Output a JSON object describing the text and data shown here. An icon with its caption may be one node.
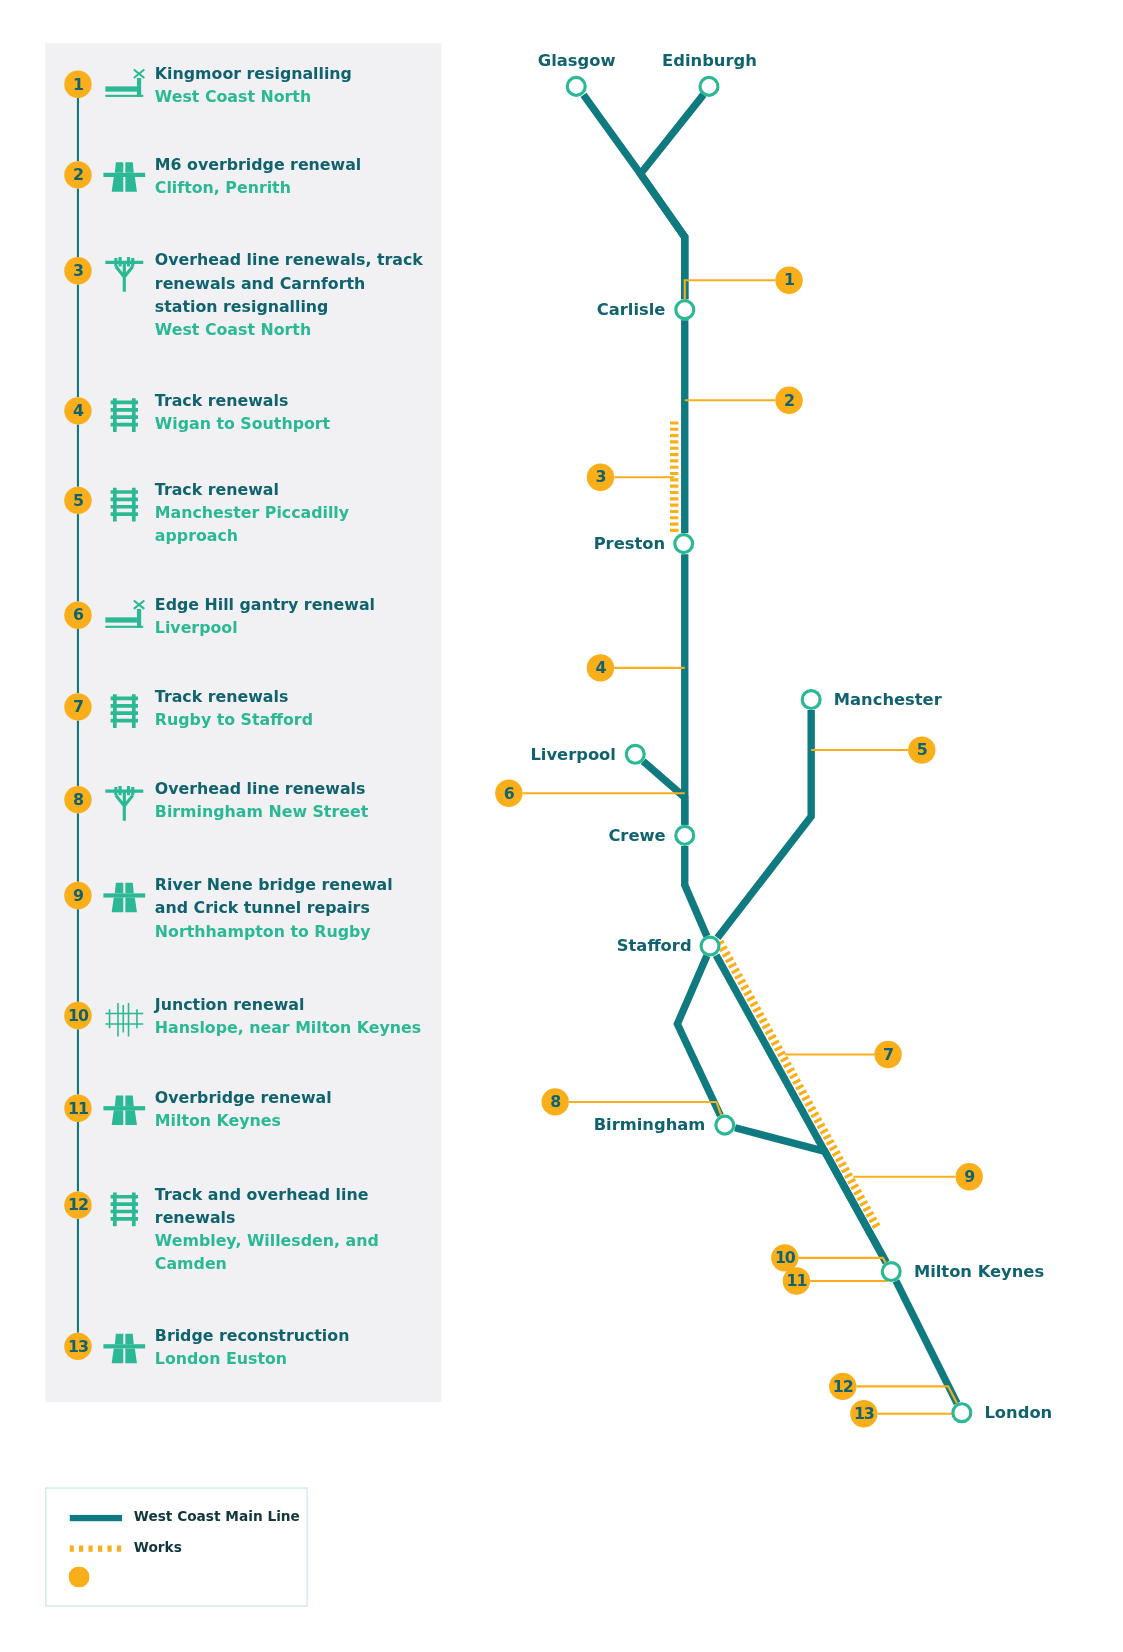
{
  "diagram": {
    "nodes": [
      {
        "text": [
          "1"
        ],
        "beside": [
          "Kingmoor resignalling",
          "West Coast North"
        ]
      },
      {
        "text": [
          "2"
        ],
        "beside": [
          "M6 overbridge renewal",
          "Clifton, Penrith"
        ]
      },
      {
        "text": [
          "3"
        ],
        "beside": [
          "Overhead line renewals, track renewals and Carnforth station resignalling",
          "West Coast North"
        ]
      },
      {
        "text": [
          "4"
        ],
        "beside": [
          "Track renewals",
          "Wigan to Southport"
        ]
      },
      {
        "text": [
          "5"
        ],
        "beside": [
          "Track renewal",
          "Manchester Piccadilly approach"
        ]
      },
      {
        "text": [
          "6"
        ],
        "beside": [
          "Edge Hill gantry renewal",
          "Liverpool"
        ]
      },
      {
        "text": [
          "7"
        ],
        "beside": [
          "Track renewals",
          "Rugby to Stafford"
        ]
      },
      {
        "text": [
          "8"
        ],
        "beside": [
          "Overhead line renewals",
          "Birmingham New Street"
        ]
      },
      {
        "text": [
          "9"
        ],
        "beside": [
          "River Nene bridge renewal and Crick tunnel repairs",
          "Northhampton to Rugby"
        ]
      },
      {
        "text": [
          "10"
        ],
        "beside": [
          "Junction renewal",
          "Hanslope, near Milton Keynes"
        ]
      },
      {
        "text": [
          "11"
        ],
        "beside": [
          "Overbridge renewal",
          "Milton Keynes"
        ]
      },
      {
        "text": [
          "12"
        ],
        "beside": [
          "Track and overhead line renewals",
          "Wembley, Willesden, and Camden"
        ]
      },
      {
        "text": [
          "13"
        ],
        "beside": [
          "Bridge reconstruction",
          "London Euston"
        ]
      },
      {
        "text": [
          "Glasgow"
        ]
      },
      {
        "text": [
          "Edinburgh"
        ]
      },
      {
        "text": [
          "Carlisle"
        ]
      },
      {
        "text": [
          "Preston"
        ]
      },
      {
        "text": [
          "Manchester"
        ]
      },
      {
        "text": [
          "Liverpool"
        ]
      },
      {
        "text": [
          "Crewe"
        ]
      },
      {
        "text": [
          "Stafford"
        ]
      },
      {
        "text": [
          "Birmingham"
        ]
      },
      {
        "text": [
          "Milton Keynes"
        ]
      },
      {
        "text": [
          "London"
        ]
      },
      {
        "text": [
          "1"
        ]
      },
      {
        "text": [
          "2"
        ]
      },
      {
        "text": [
          "3"
        ]
      },
      {
        "text": [
          "4"
        ]
      },
      {
        "text": [
          "5"
        ]
      },
      {
        "text": [
          "6"
        ]
      },
      {
        "text": [
          "7"
        ]
      },
      {
        "text": [
          "8"
        ]
      },
      {
        "text": [
          "9"
        ]
      },
      {
        "text": [
          "10"
        ]
      },
      {
        "text": [
          "11"
        ]
      },
      {
        "text": [
          "12"
        ]
      },
      {
        "text": [
          "13"
        ]
      }
    ],
    "edges": [
      {
        "from": 0,
        "to": 1,
        "arrow": "none",
        "color": "#0f7a80"
      },
      {
        "from": 1,
        "to": 2,
        "arrow": "none",
        "color": "#0f7a80"
      },
      {
        "from": 2,
        "to": 3,
        "arrow": "none",
        "color": "#0f7a80"
      },
      {
        "from": 3,
        "to": 4,
        "arrow": "none",
        "color": "#0f7a80"
      },
      {
        "from": 4,
        "to": 5,
        "arrow": "none",
        "color": "#0f7a80"
      },
      {
        "from": 5,
        "to": 6,
        "arrow": "none",
        "color": "#0f7a80"
      },
      {
        "from": 6,
        "to": 7,
        "arrow": "none",
        "color": "#0f7a80"
      },
      {
        "from": 7,
        "to": 8,
        "arrow": "none",
        "color": "#0f7a80"
      },
      {
        "from": 8,
        "to": 9,
        "arrow": "none",
        "color": "#0f7a80"
      },
      {
        "from": 9,
        "to": 10,
        "arrow": "none",
        "color": "#0f7a80"
      },
      {
        "from": 10,
        "to": 11,
        "arrow": "none",
        "color": "#0f7a80"
      },
      {
        "from": 11,
        "to": 12,
        "arrow": "none",
        "color": "#0f7a80"
      },
      {
        "from": 13,
        "to": 15,
        "arrow": "none",
        "style": "thick",
        "color": "#0f7a80"
      },
      {
        "from": 14,
        "to": 15,
        "arrow": "none",
        "style": "thick",
        "color": "#0f7a80"
      },
      {
        "from": 15,
        "to": 16,
        "arrow": "none",
        "style": "thick",
        "color": "#0f7a80"
      },
      {
        "from": 16,
        "to": 19,
        "arrow": "none",
        "style": "thick",
        "color": "#0f7a80"
      },
      {
        "from": 18,
        "to": 19,
        "arrow": "none",
        "style": "thick",
        "color": "#0f7a80"
      },
      {
        "from": 19,
        "to": 20,
        "arrow": "none",
        "style": "thick",
        "color": "#0f7a80"
      },
      {
        "from": 17,
        "to": 20,
        "arrow": "none",
        "style": "thick",
        "color": "#0f7a80"
      },
      {
        "from": 20,
        "to": 21,
        "arrow": "none",
        "style": "thick",
        "color": "#0f7a80"
      },
      {
        "from": 21,
        "to": 22,
        "arrow": "none",
        "style": "thick",
        "color": "#0f7a80"
      },
      {
        "from": 20,
        "to": 22,
        "arrow": "none",
        "style": "thick",
        "color": "#0f7a80"
      },
      {
        "from": 22,
        "to": 23,
        "arrow": "none",
        "style": "thick",
        "color": "#0f7a80"
      },
      {
        "from": 24,
        "to": 15,
        "arrow": "none",
        "color": "#f9ae1a"
      },
      {
        "from": 25,
        "to": null,
        "arrow": "none",
        "color": "#f9ae1a"
      },
      {
        "from": 26,
        "to": null,
        "arrow": "none",
        "color": "#f9ae1a"
      },
      {
        "from": 27,
        "to": null,
        "arrow": "none",
        "color": "#f9ae1a"
      },
      {
        "from": 28,
        "to": null,
        "arrow": "none",
        "color": "#f9ae1a"
      },
      {
        "from": 29,
        "to": null,
        "arrow": "none",
        "color": "#f9ae1a"
      },
      {
        "from": 30,
        "to": null,
        "arrow": "none",
        "color": "#f9ae1a"
      },
      {
        "from": 31,
        "to": 21,
        "arrow": "none",
        "color": "#f9ae1a"
      },
      {
        "from": 32,
        "to": null,
        "arrow": "none",
        "color": "#f9ae1a"
      },
      {
        "from": 33,
        "to": 22,
        "arrow": "none",
        "color": "#f9ae1a"
      },
      {
        "from": 34,
        "to": 22,
        "arrow": "none",
        "color": "#f9ae1a"
      },
      {
        "from": 35,
        "to": 23,
        "arrow": "none",
        "color": "#f9ae1a"
      },
      {
        "from": 36,
        "to": 23,
        "arrow": "none",
        "color": "#f9ae1a"
      }
    ],
    "legend": [
      {
        "text": "West Coast Main Line"
      },
      {
        "text": "Works"
      }
    ]
  }
}
